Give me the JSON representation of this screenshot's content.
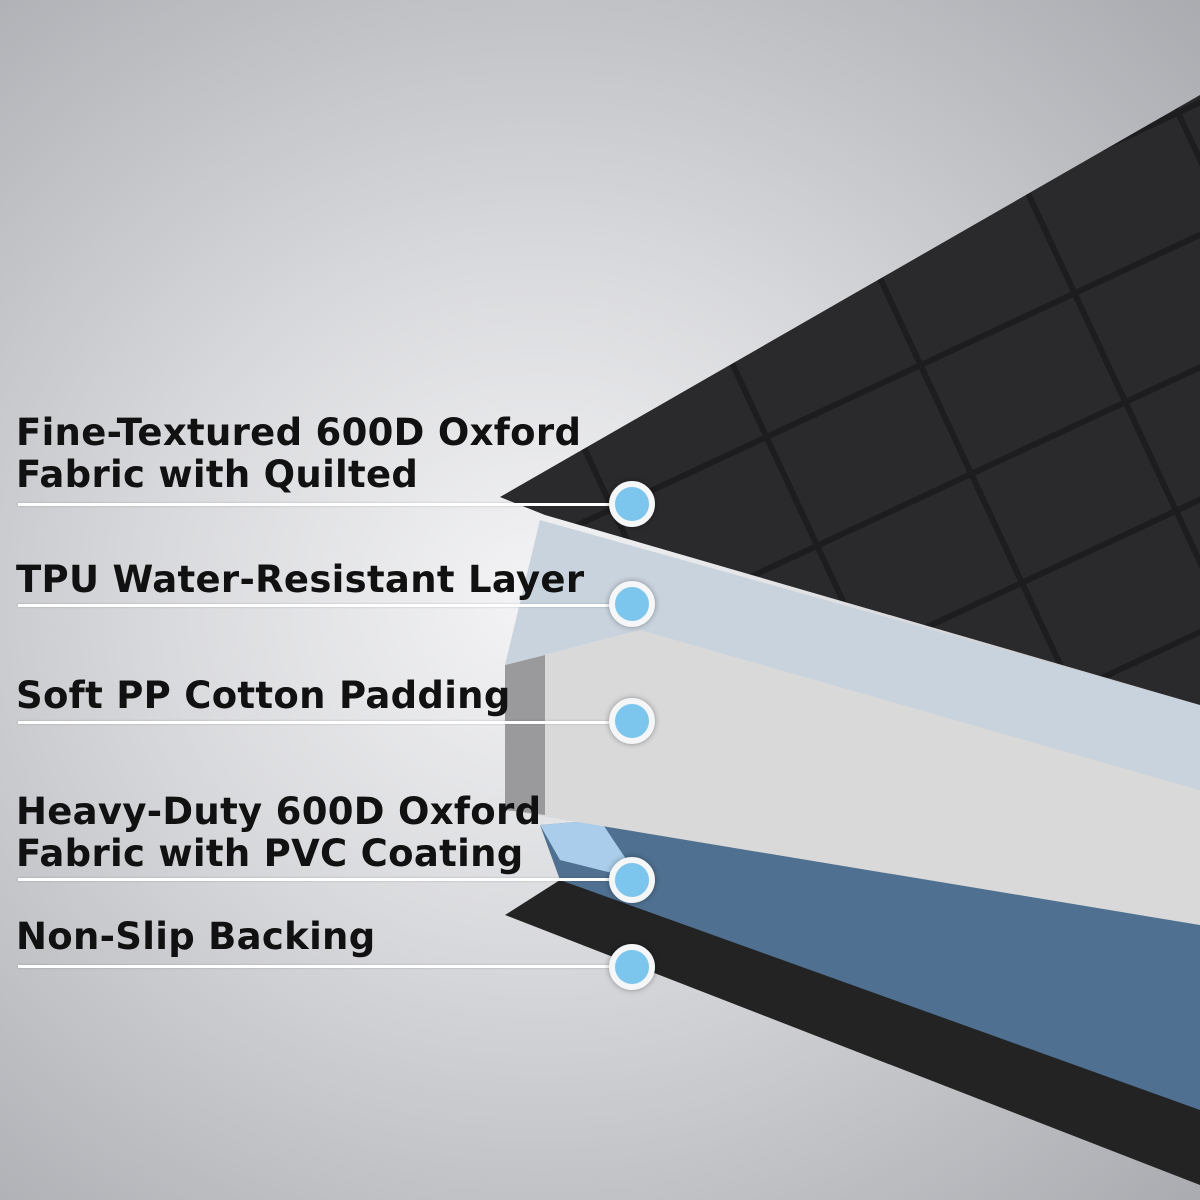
{
  "layers": [
    {
      "label_line1": "Fine-Textured 600D Oxford",
      "label_line2": "Fabric with Quilted"
    },
    {
      "label_line1": "TPU Water-Resistant Layer"
    },
    {
      "label_line1": "Soft PP Cotton Padding"
    },
    {
      "label_line1": "Heavy-Duty 600D Oxford",
      "label_line2": "Fabric with PVC Coating"
    },
    {
      "label_line1": "Non-Slip Backing"
    }
  ],
  "colors": {
    "marker": "#7cc6ee",
    "top_fabric": "#1c1c1e",
    "tpu": "#c8d2dc",
    "padding": "#d8d8d8",
    "pvc": "#4d6f8f",
    "backing": "#222222"
  }
}
